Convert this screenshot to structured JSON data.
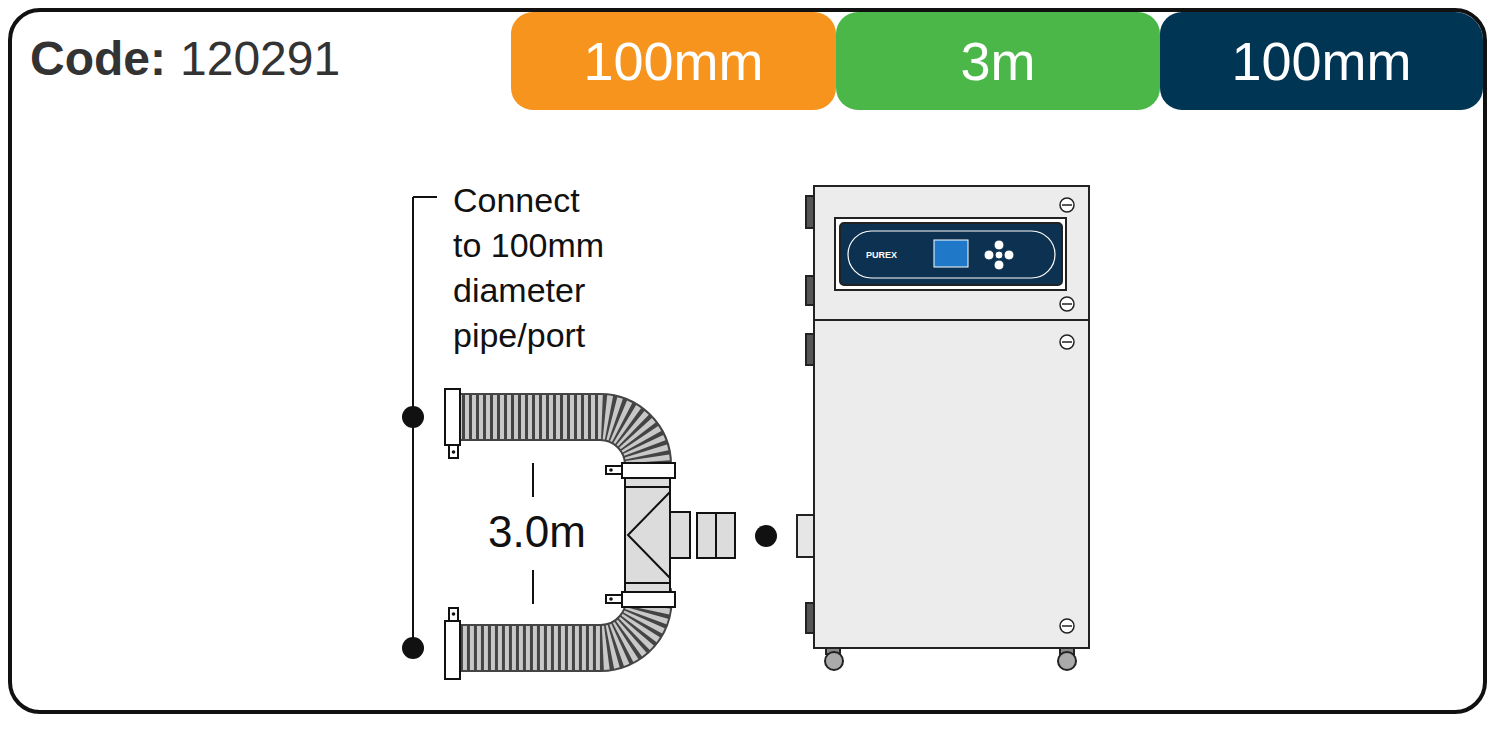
{
  "diagram": {
    "nodes": [
      {
        "text": [
          "100mm"
        ]
      },
      {
        "text": [
          "3m"
        ]
      },
      {
        "text": [
          "100mm"
        ]
      }
    ],
    "labels": [
      "Code:",
      "120291",
      "Connect to 100mm diameter pipe/port",
      "3.0m",
      "PUREX"
    ]
  }
}
